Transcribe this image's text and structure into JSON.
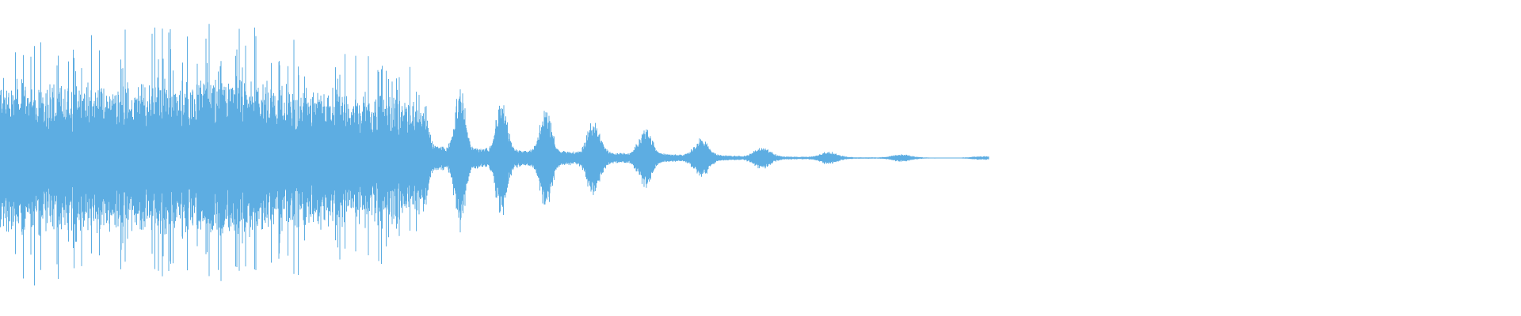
{
  "waveform": {
    "color": "#5DADE2",
    "background": "#ffffff",
    "channels": 1,
    "peak_amplitude": 0.82,
    "sound_fraction": 0.65,
    "profile": [
      {
        "t": 0.0,
        "amp": 0.8
      },
      {
        "t": 0.05,
        "amp": 0.72
      },
      {
        "t": 0.1,
        "amp": 0.76
      },
      {
        "t": 0.15,
        "amp": 0.78
      },
      {
        "t": 0.2,
        "amp": 0.68
      },
      {
        "t": 0.25,
        "amp": 0.62
      },
      {
        "t": 0.3,
        "amp": 0.45
      },
      {
        "t": 0.35,
        "amp": 0.32
      },
      {
        "t": 0.4,
        "amp": 0.22
      },
      {
        "t": 0.45,
        "amp": 0.13
      },
      {
        "t": 0.5,
        "amp": 0.07
      },
      {
        "t": 0.55,
        "amp": 0.035
      },
      {
        "t": 0.6,
        "amp": 0.02
      },
      {
        "t": 0.65,
        "amp": 0.01
      }
    ]
  }
}
